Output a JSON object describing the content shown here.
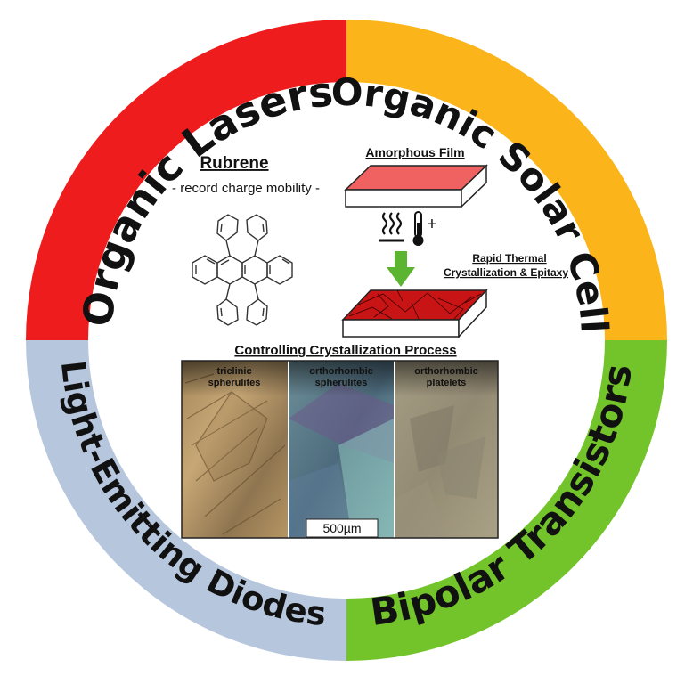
{
  "ring": {
    "segments": [
      {
        "label": "Organic Lasers",
        "color": "#ee1c1c"
      },
      {
        "label": "Organic Solar Cells",
        "color": "#fbb51b"
      },
      {
        "label": "Bipolar Transistors",
        "color": "#72c42a"
      },
      {
        "label": "Light-Emitting Diodes",
        "color": "#b5c6dd"
      }
    ]
  },
  "molecule": {
    "title": "Rubrene",
    "subtitle": "- record charge mobility -"
  },
  "process": {
    "amorphous_label": "Amorphous Film",
    "heat_plus": "+",
    "step_label_1": "Rapid Thermal",
    "step_label_2": "Crystallization & Epitaxy",
    "arrow_color": "#5cb531",
    "film_color": "#f06262",
    "crystal_color": "#c81414"
  },
  "micrographs": {
    "title": "Controlling Crystallization Process",
    "panels": [
      {
        "label_1": "triclinic",
        "label_2": "spherulites"
      },
      {
        "label_1": "orthorhombic",
        "label_2": "spherulites"
      },
      {
        "label_1": "orthorhombic",
        "label_2": "platelets"
      }
    ],
    "scale_bar": "500µm"
  }
}
